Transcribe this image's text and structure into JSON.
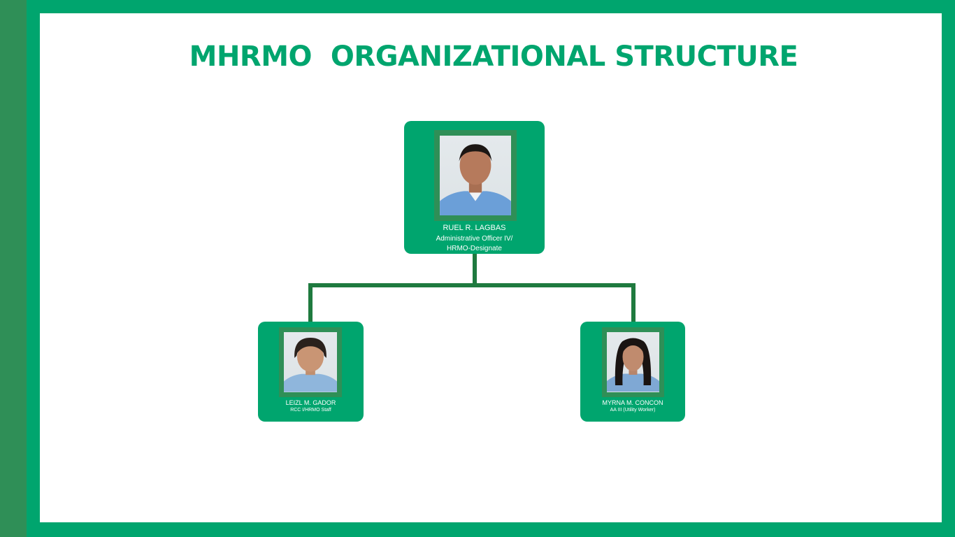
{
  "title": "MHRMO  ORGANIZATIONAL STRUCTURE",
  "colors": {
    "brand_green": "#00a56e",
    "dark_green": "#2f8f57",
    "connector": "#1f7a3f",
    "panel": "#ffffff"
  },
  "org": {
    "head": {
      "name": "RUEL R. LAGBAS",
      "position_line1": "Administrative Officer IV/",
      "position_line2": "HRMO-Designate",
      "photo_icon": "person-photo"
    },
    "staff": [
      {
        "name": "LEIZL M. GADOR",
        "position": "RCC I/HRMO Staff",
        "photo_icon": "person-photo"
      },
      {
        "name": "MYRNA M. CONCON",
        "position": "AA III (Utility Worker)",
        "photo_icon": "person-photo"
      }
    ]
  }
}
